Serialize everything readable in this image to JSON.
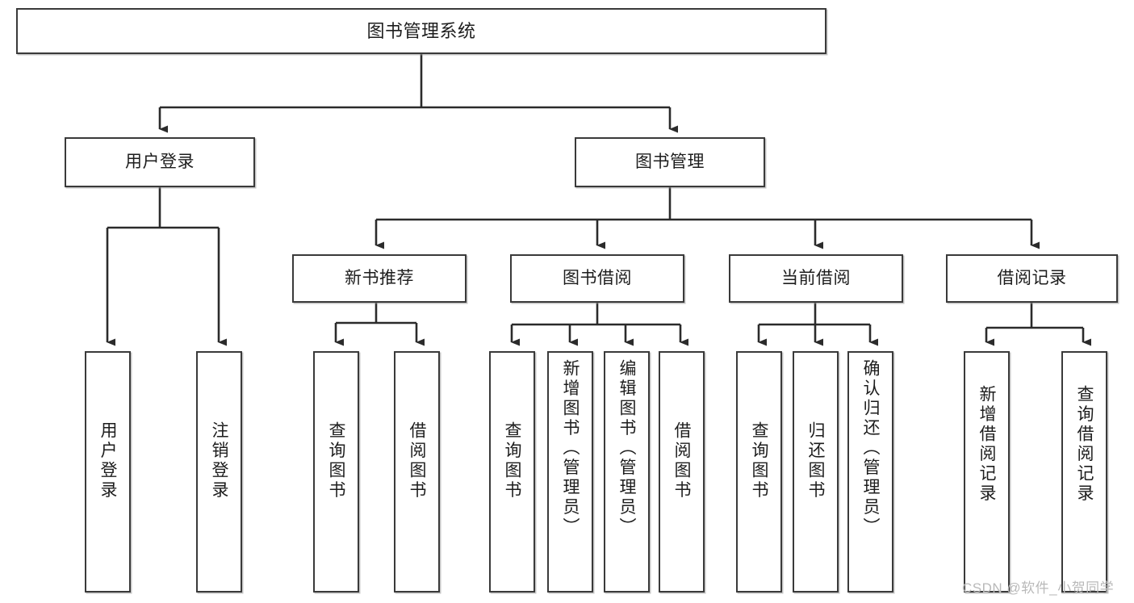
{
  "diagram": {
    "title": "图书管理系统",
    "type": "tree-hierarchy-chart",
    "orientation": "top-down",
    "colors": {
      "box_border": "#3a3a3a",
      "box_fill": "#ffffff",
      "edge": "#2b2b2b",
      "text": "#1d1d1d",
      "watermark": "#b9b9b9"
    }
  },
  "nodes": {
    "root": {
      "label": "图书管理系统"
    },
    "level2": [
      {
        "label": "用户登录"
      },
      {
        "label": "图书管理"
      }
    ],
    "level3": [
      {
        "label": "新书推荐"
      },
      {
        "label": "图书借阅"
      },
      {
        "label": "当前借阅"
      },
      {
        "label": "借阅记录"
      }
    ],
    "leaves_user_login": [
      {
        "label": "用户登录"
      },
      {
        "label": "注销登录"
      }
    ],
    "leaves_new_book": [
      {
        "label": "查询图书"
      },
      {
        "label": "借阅图书"
      }
    ],
    "leaves_borrow_book": [
      {
        "label": "查询图书"
      },
      {
        "label": "新增图书（管理员）"
      },
      {
        "label": "编辑图书（管理员）"
      },
      {
        "label": "借阅图书"
      }
    ],
    "leaves_current_borrow": [
      {
        "label": "查询图书"
      },
      {
        "label": "归还图书"
      },
      {
        "label": "确认归还（管理员）"
      }
    ],
    "leaves_borrow_record": [
      {
        "label": "新增借阅记录"
      },
      {
        "label": "查询借阅记录"
      }
    ]
  },
  "watermark": {
    "text": "CSDN @软件_小贺同学"
  }
}
